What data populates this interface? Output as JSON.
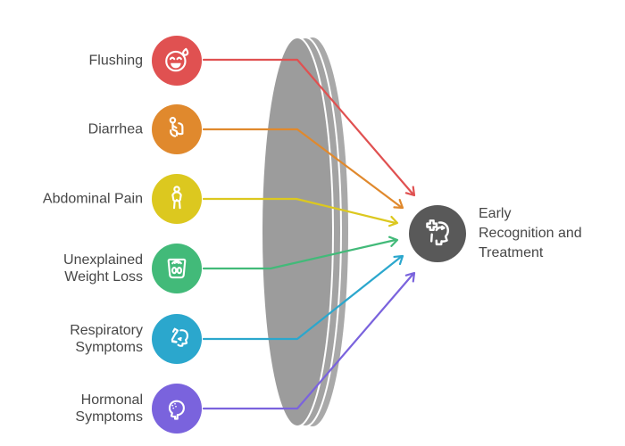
{
  "diagram": {
    "text_color": "#474747",
    "background_color": "#ffffff",
    "symptoms": [
      {
        "label_lines": [
          "Flushing"
        ],
        "color": "#e05151",
        "icon": "laughing-face-sweat-icon"
      },
      {
        "label_lines": [
          "Diarrhea"
        ],
        "color": "#e0892d",
        "icon": "person-on-toilet-icon"
      },
      {
        "label_lines": [
          "Abdominal Pain"
        ],
        "color": "#dcc81f",
        "icon": "person-holding-stomach-icon"
      },
      {
        "label_lines": [
          "Unexplained",
          "Weight Loss"
        ],
        "color": "#42ba79",
        "icon": "weight-scale-icon"
      },
      {
        "label_lines": [
          "Respiratory",
          "Symptoms"
        ],
        "color": "#2ba7cd",
        "icon": "inhaler-face-icon"
      },
      {
        "label_lines": [
          "Hormonal",
          "Symptoms"
        ],
        "color": "#7a63dd",
        "icon": "head-with-spots-icon"
      }
    ],
    "outcome": {
      "label_lines": [
        "Early",
        "Recognition and",
        "Treatment"
      ],
      "circle_color": "#595959",
      "icon": "head-with-medical-cross-icon"
    },
    "lens": {
      "front_color": "#9c9c9c",
      "mid_color": "#a3a3a3",
      "back_color": "#a9a9a9"
    }
  }
}
